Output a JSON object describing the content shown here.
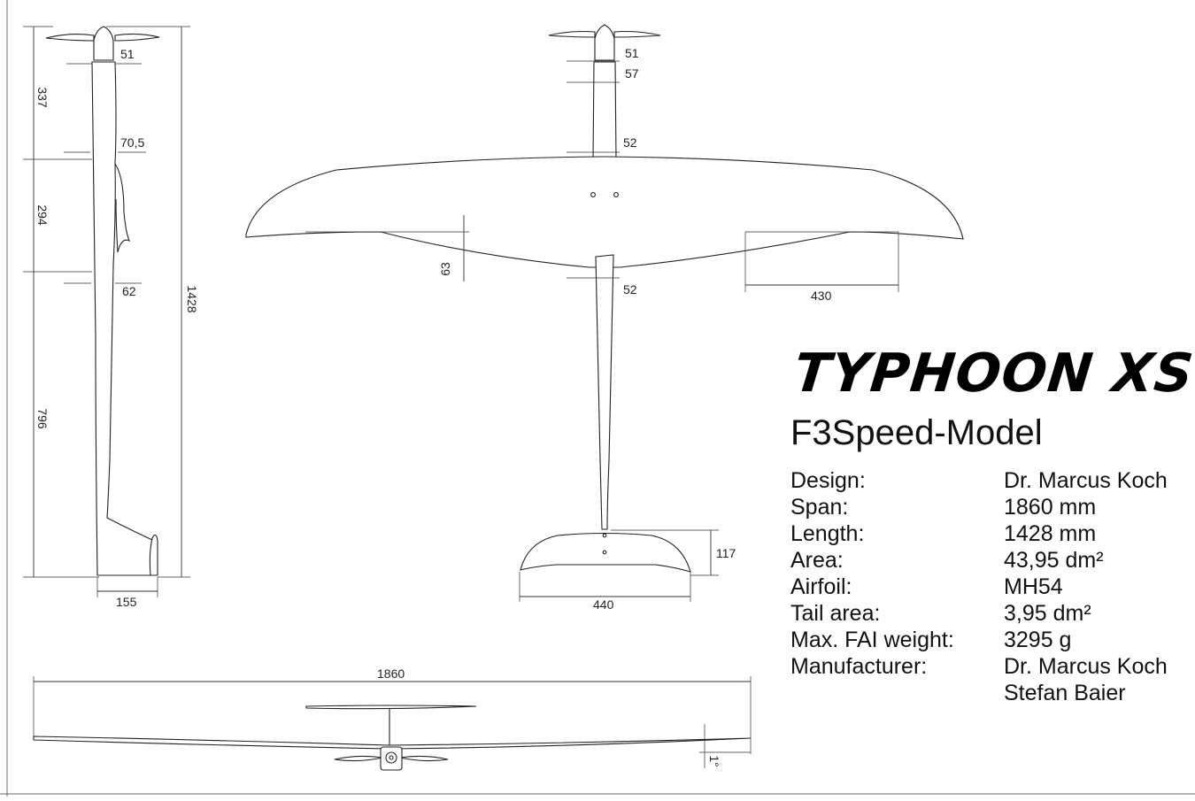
{
  "dimensions": {
    "side": {
      "spinner_width": "51",
      "nose_section": "337",
      "canopy_depth": "70,5",
      "canopy_section": "294",
      "fuselage_depth": "62",
      "tail_section": "796",
      "overall_length": "1428",
      "fin_height": "155"
    },
    "top": {
      "spinner_width": "51",
      "nose_width": "57",
      "fuselage_width_wing_le": "52",
      "fuselage_width_wing_te": "52",
      "root_chord_offset": "63",
      "wing_tip_span": "430",
      "stab_chord": "117",
      "stab_span": "440"
    },
    "front": {
      "wingspan": "1860",
      "dihedral": "1°"
    }
  },
  "title_block": {
    "model_name": "TYPHOON XS",
    "subtitle": "F3Speed-Model",
    "specs": [
      {
        "label": "Design:",
        "value": "Dr. Marcus Koch"
      },
      {
        "label": "Span:",
        "value": "1860 mm"
      },
      {
        "label": "Length:",
        "value": "1428 mm"
      },
      {
        "label": "Area:",
        "value": "43,95 dm²"
      },
      {
        "label": "Airfoil:",
        "value": "MH54"
      },
      {
        "label": "Tail area:",
        "value": "3,95 dm²"
      },
      {
        "label": "Max. FAI weight:",
        "value": "3295 g"
      },
      {
        "label": "Manufacturer:",
        "value": "Dr. Marcus Koch"
      },
      {
        "label": "",
        "value": "Stefan Baier"
      }
    ]
  }
}
